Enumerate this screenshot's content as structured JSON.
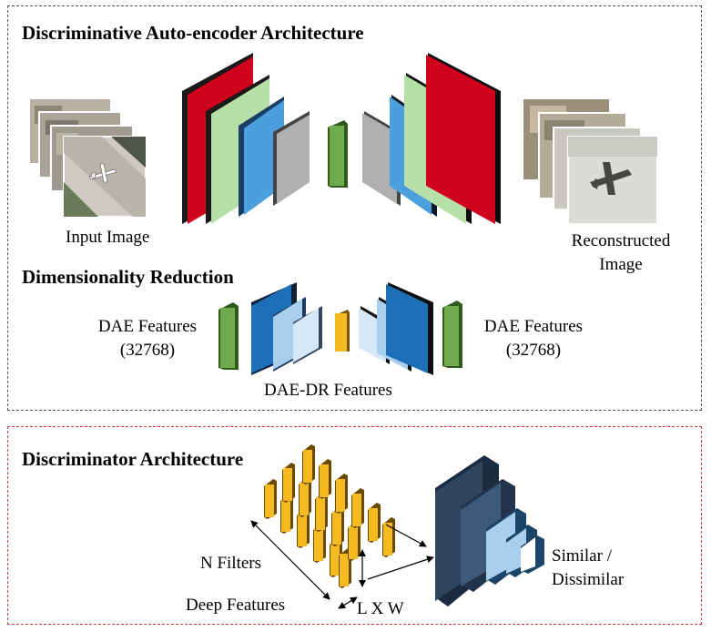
{
  "autoencoder": {
    "title": "Discriminative Auto-encoder Architecture",
    "input_label": "Input Image",
    "output_label_line1": "Reconstructed",
    "output_label_line2": "Image",
    "layer_colors": [
      "#d0021b",
      "#b6e0a8",
      "#4a9fdc",
      "#b0b0b0",
      "#6fab4e"
    ]
  },
  "reduction": {
    "title": "Dimensionality Reduction",
    "left_label_line1": "DAE Features",
    "left_label_line2": "(32768)",
    "right_label_line1": "DAE Features",
    "right_label_line2": "(32768)",
    "center_label": "DAE-DR Features",
    "layer_colors": [
      "#6fab4e",
      "#1d6fb8",
      "#a8d0ee",
      "#d6e8f8",
      "#f5b921"
    ]
  },
  "discriminator": {
    "title": "Discriminator Architecture",
    "filters_label": "N Filters",
    "deep_label": "Deep Features",
    "size_label": "L X W",
    "output_label_line1": "Similar /",
    "output_label_line2": "Dissimilar",
    "layer_colors": [
      "#f5b921",
      "#2e4560",
      "#3d5a7a",
      "#a8d0ee",
      "#ffffff"
    ]
  }
}
